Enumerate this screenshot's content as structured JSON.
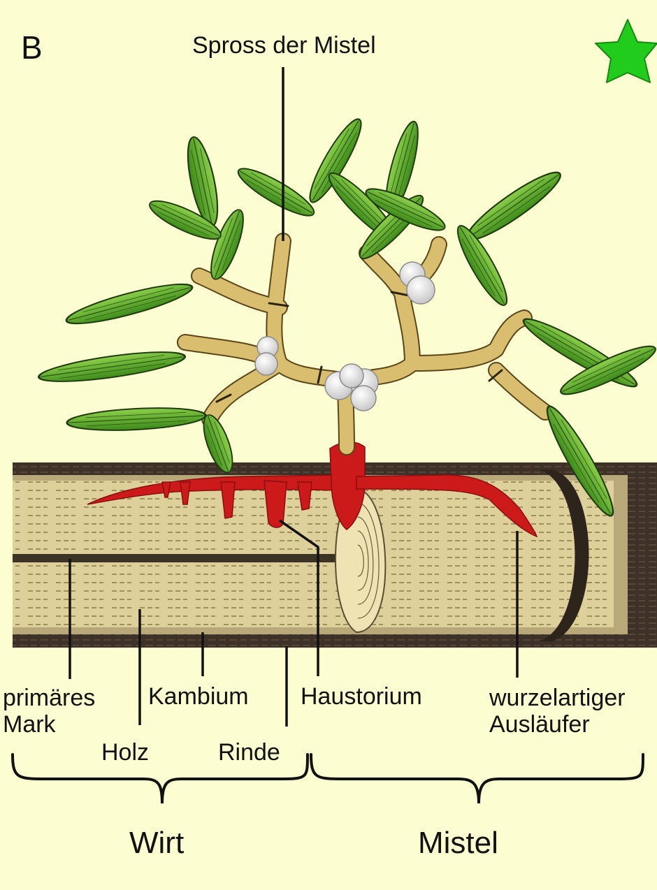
{
  "panel_letter": "B",
  "labels": {
    "shoot": "Spross der Mistel",
    "pith": "primäres\nMark",
    "wood": "Holz",
    "cambium": "Kambium",
    "bark": "Rinde",
    "haustorium": "Haustorium",
    "runner": "wurzelartiger\nAusläufer",
    "host": "Wirt",
    "mistletoe": "Mistel"
  },
  "colors": {
    "background": "#fdfdd2",
    "leaf": "#4f9a25",
    "stem": "#d8be6e",
    "berry": "#f2f2f2",
    "haustorium": "#cc1a1a",
    "wood": "#ddd09a",
    "bark": "#3e3128",
    "star": "#22cc1c"
  }
}
